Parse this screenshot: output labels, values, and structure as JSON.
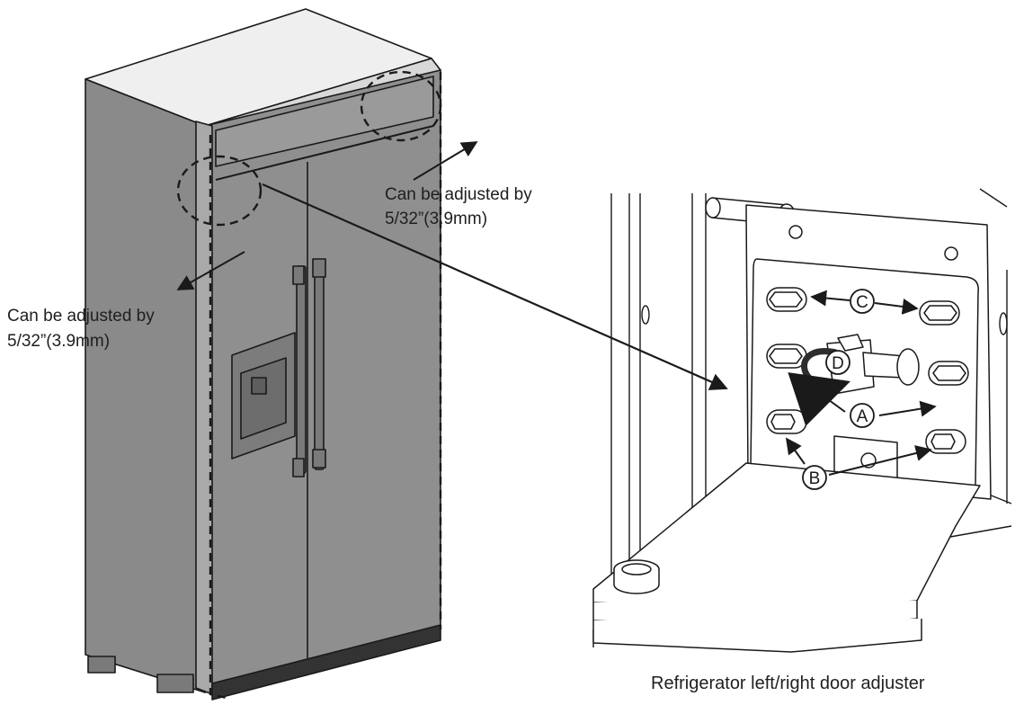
{
  "annotations": {
    "top_note": {
      "line1": "Can be adjusted by",
      "line2": "5/32”(3.9mm)"
    },
    "left_note": {
      "line1": "Can be adjusted by",
      "line2": "5/32”(3.9mm)"
    }
  },
  "callouts": {
    "a": "A",
    "b": "B",
    "c": "C",
    "d": "D"
  },
  "caption": "Refrigerator left/right door adjuster",
  "colors": {
    "steel": "#8f8f8f",
    "steel_dark": "#6e6e6e",
    "line": "#1a1a1a",
    "paper": "#ffffff"
  },
  "icons": {
    "rotate": "rotate-arrow-icon"
  }
}
